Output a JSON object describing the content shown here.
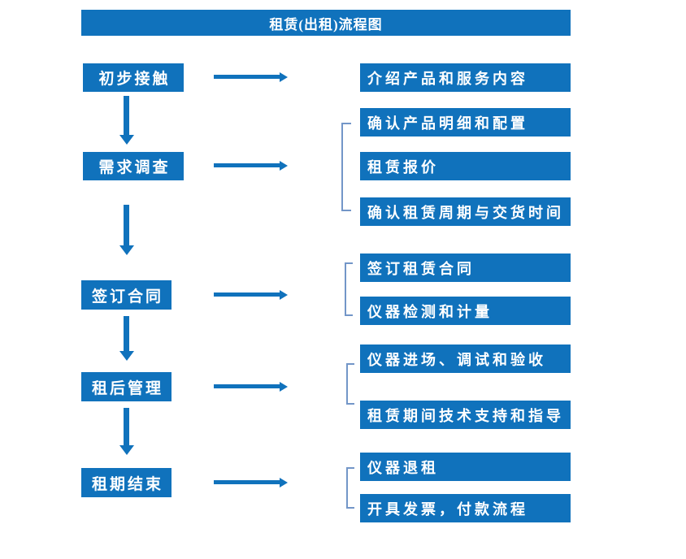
{
  "title": "租赁(出租)流程图",
  "colors": {
    "primary": "#1072BC",
    "bracket": "#7396C8",
    "text_on_primary": "#FFFFFF",
    "background": "#FFFFFF"
  },
  "flow": [
    {
      "step": "初步接触",
      "details": [
        "介绍产品和服务内容"
      ]
    },
    {
      "step": "需求调查",
      "details": [
        "确认产品明细和配置",
        "租赁报价",
        "确认租赁周期与交货时间"
      ]
    },
    {
      "step": "签订合同",
      "details": [
        "签订租赁合同",
        "仪器检测和计量"
      ]
    },
    {
      "step": "租后管理",
      "details": [
        "仪器进场、调试和验收",
        "租赁期间技术支持和指导"
      ]
    },
    {
      "step": "租期结束",
      "details": [
        "仪器退租",
        "开具发票，付款流程"
      ]
    }
  ]
}
